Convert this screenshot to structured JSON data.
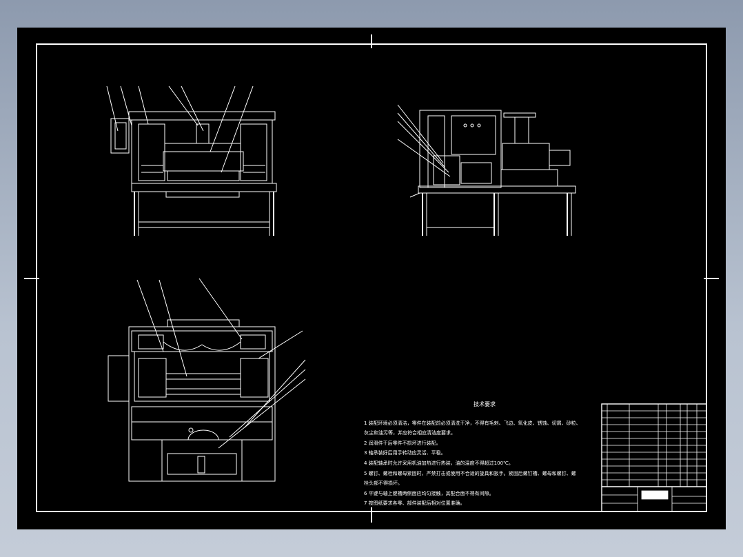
{
  "drawing": {
    "tech_requirements": {
      "title": "技术要求",
      "lines": [
        "1 装配环境必须清洁，零件在装配前必须清洗干净，不得有毛刺、飞边、氧化皮、锈蚀、切屑、砂粒、",
        "灰尘和油污等，并应符合相应清洁度要求。",
        "2 润滑件干后零件不损坏进行装配。",
        "3 轴承装好后用手转动应灵活、平稳。",
        "4 装配轴承时允许采用机油加热进行热装，油的温度不得超过100℃。",
        "5 螺钉、螺栓和螺母紧固时，严禁打击或使用不合适的旋具和扳手。紧固后螺钉槽、螺母和螺钉、螺",
        "栓头部不得损坏。",
        "6 平键与轴上键槽两侧面应均匀接触，其配合面不得有间隙。",
        "7 按图纸要求各零、部件装配后相对位置准确。"
      ]
    },
    "colors": {
      "background": "#000000",
      "lines": "#ffffff",
      "desktop": "#a4afc0"
    }
  }
}
